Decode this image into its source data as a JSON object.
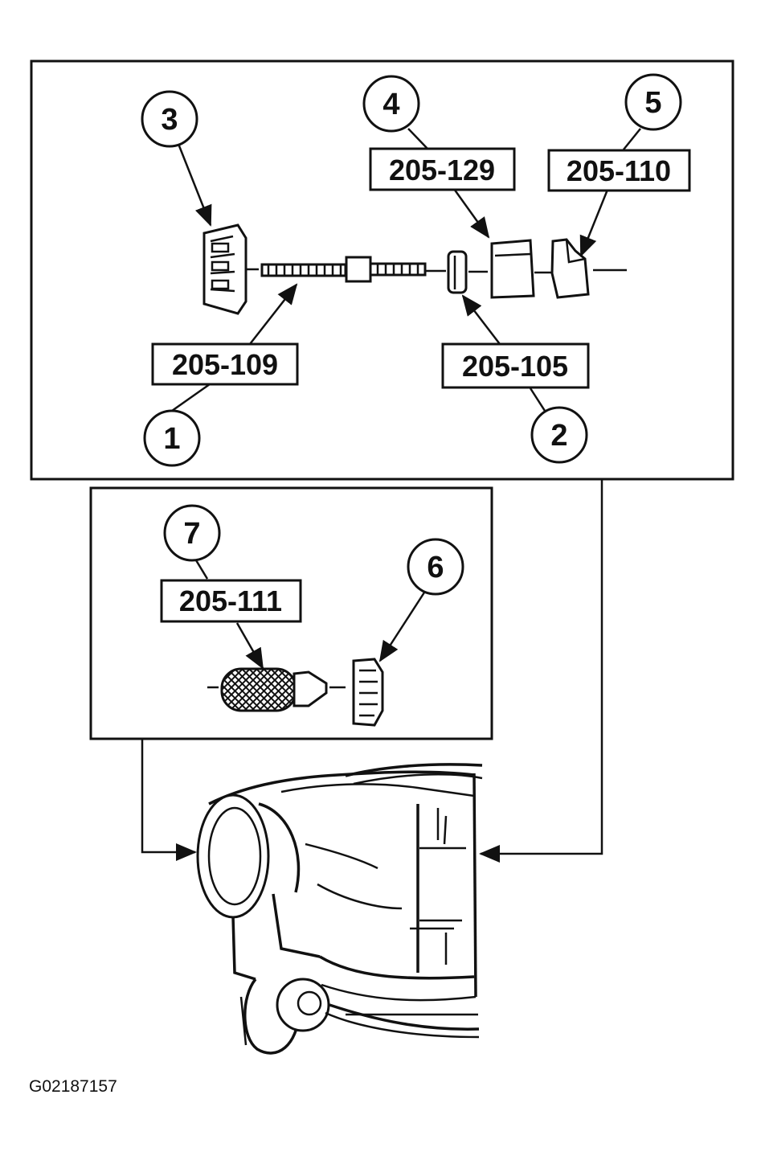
{
  "callouts": {
    "c1": "1",
    "c2": "2",
    "c3": "3",
    "c4": "4",
    "c5": "5",
    "c6": "6",
    "c7": "7"
  },
  "tools": {
    "t1": "205-109",
    "t2": "205-105",
    "t4": "205-129",
    "t5": "205-110",
    "t7": "205-111"
  },
  "figure_id": "G02187157"
}
